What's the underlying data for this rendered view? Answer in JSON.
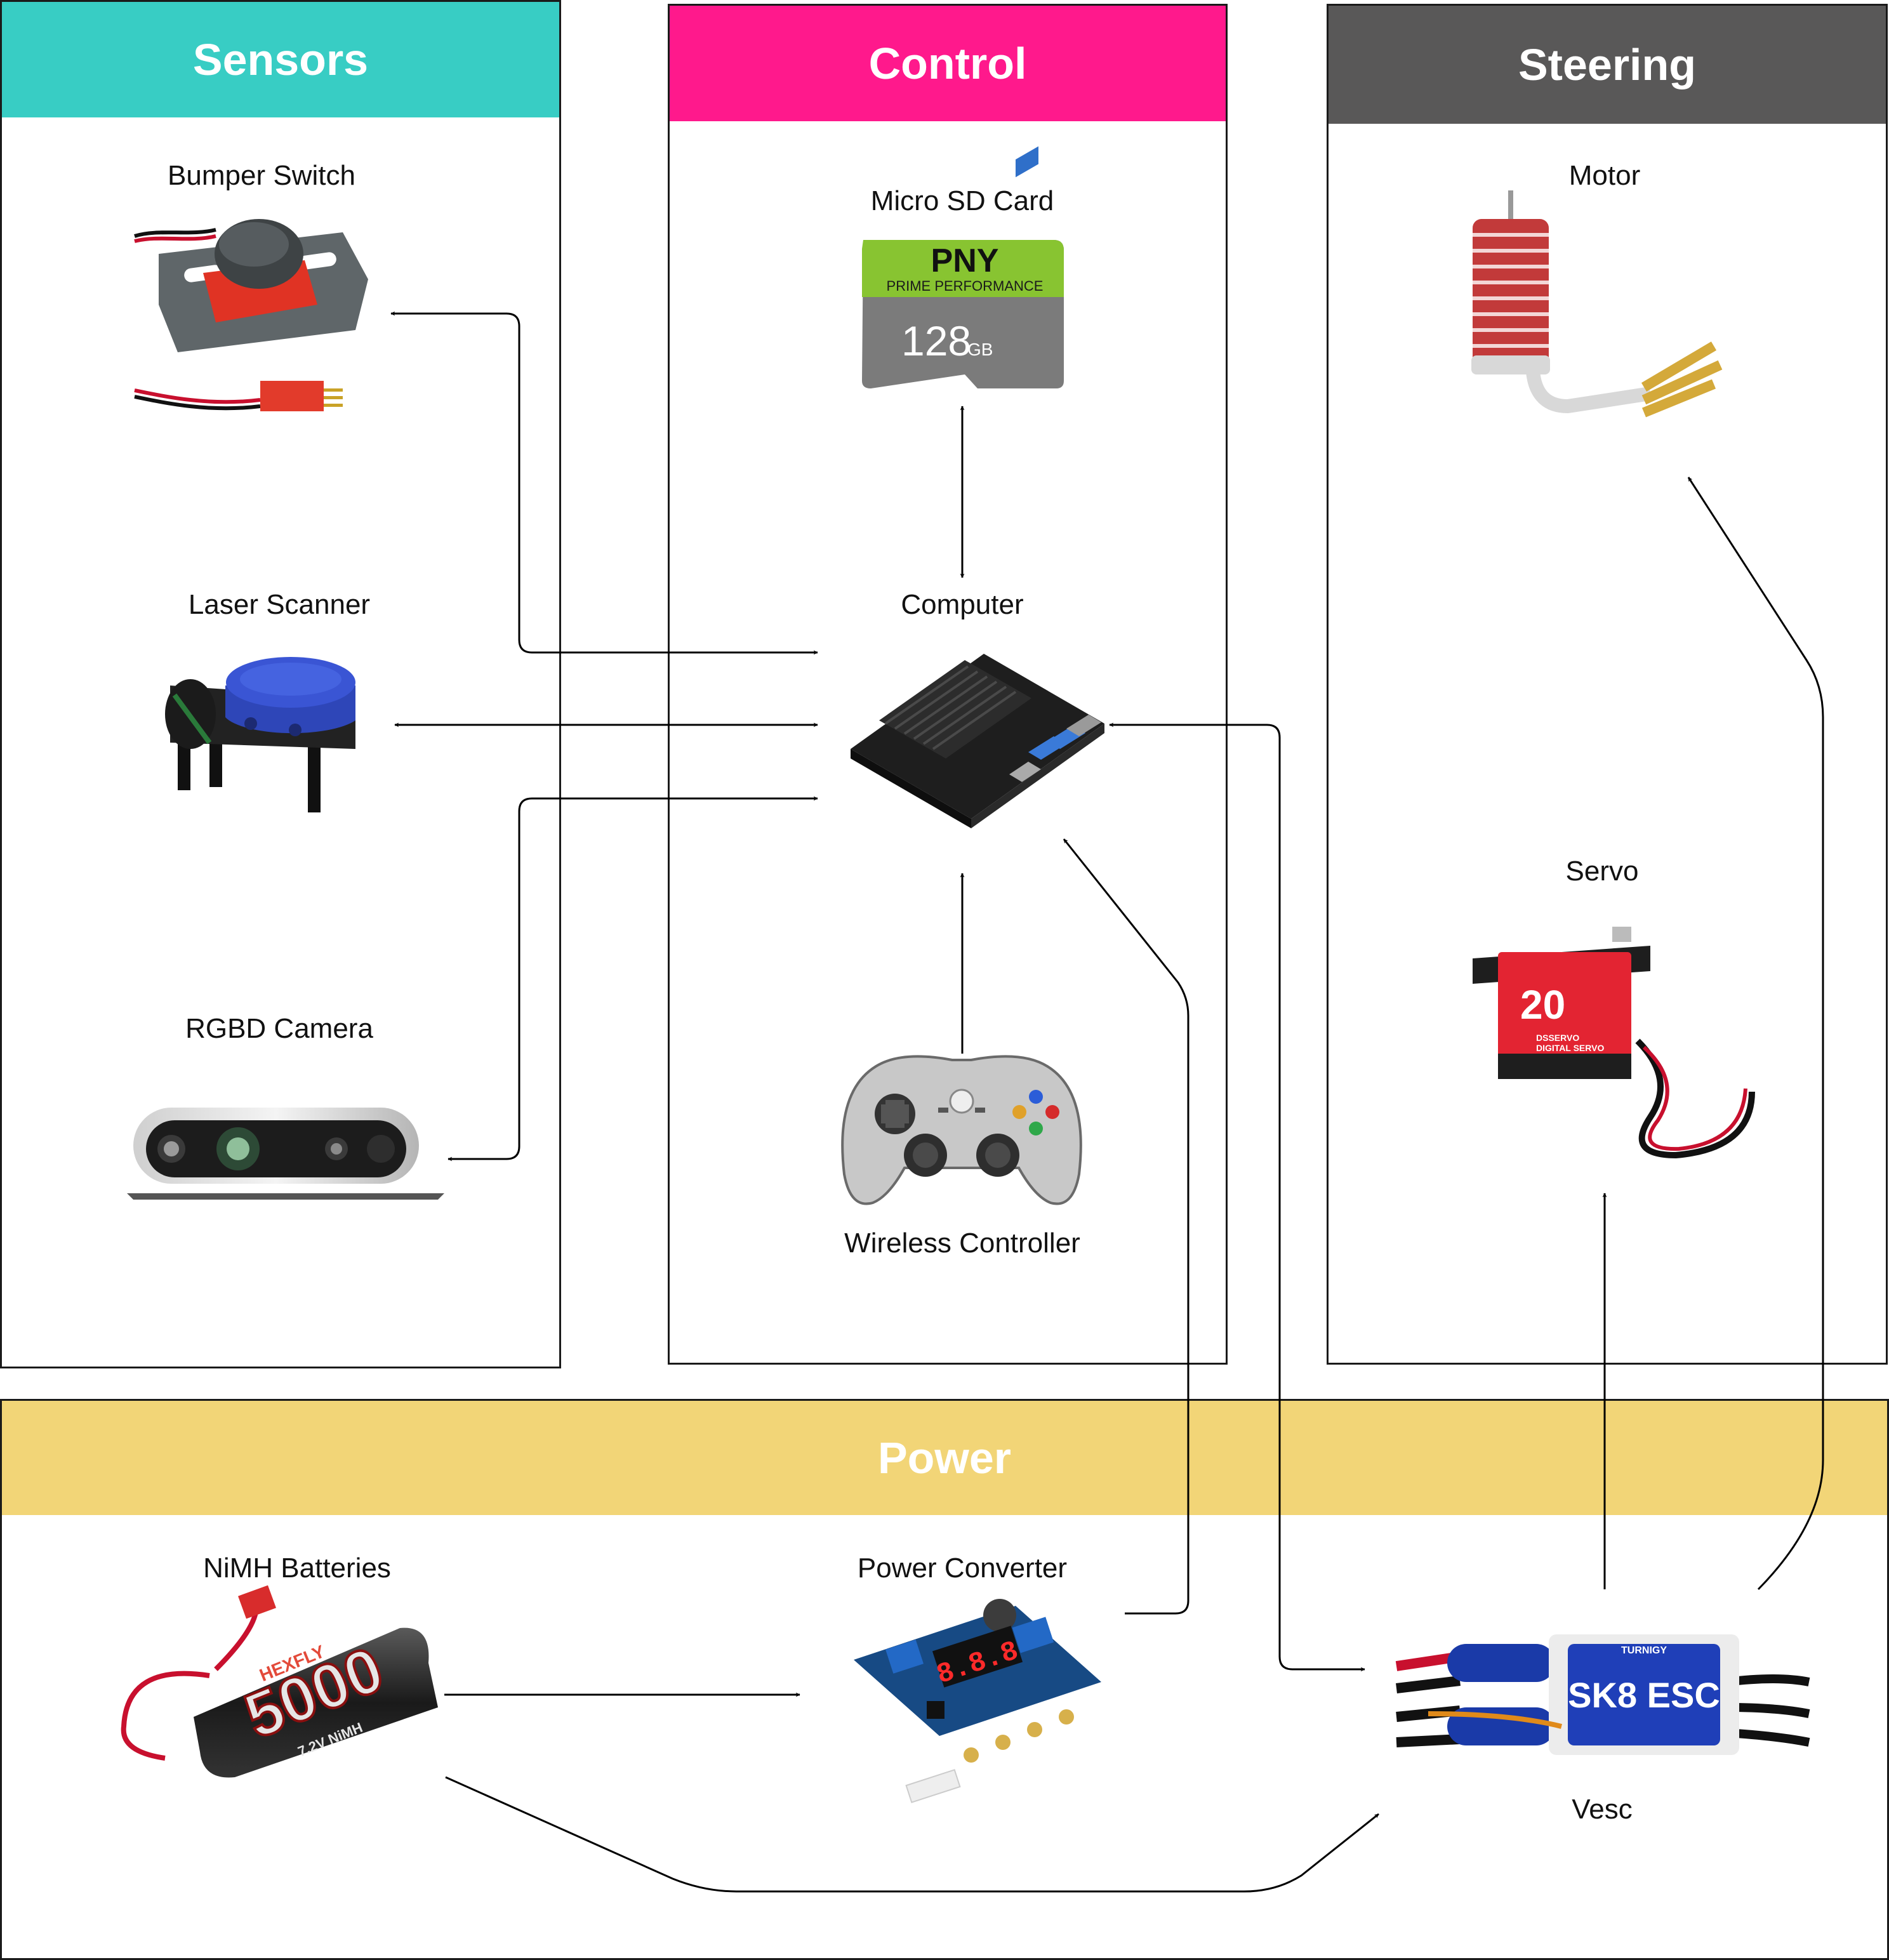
{
  "colors": {
    "sensors": "#38cdc4",
    "control": "#ff198c",
    "steering": "#595858",
    "power": "#f2d577"
  },
  "panels": {
    "sensors": {
      "title": "Sensors"
    },
    "control": {
      "title": "Control"
    },
    "steering": {
      "title": "Steering"
    },
    "power": {
      "title": "Power"
    }
  },
  "components": {
    "bumper_switch": "Bumper Switch",
    "laser_scanner": "Laser Scanner",
    "rgbd_camera": "RGBD Camera",
    "micro_sd": "Micro SD Card",
    "computer": "Computer",
    "wireless_controller": "Wireless Controller",
    "motor": "Motor",
    "servo": "Servo",
    "nimh_batteries": "NiMH Batteries",
    "power_converter": "Power Converter",
    "vesc": "Vesc"
  },
  "product_text": {
    "sd_brand": "PNY",
    "sd_line": "PRIME PERFORMANCE",
    "sd_capacity": "128",
    "sd_unit": "GB",
    "battery_brand": "HEXFLY",
    "battery_capacity": "5000",
    "battery_spec": "7.2V NiMH",
    "servo_rating": "20",
    "servo_brand": "DSSERVO",
    "servo_type": "DIGITAL SERVO",
    "converter_display": "8.8.8",
    "vesc_brand": "TURNIGY",
    "vesc_model": "SK8 ESC"
  }
}
